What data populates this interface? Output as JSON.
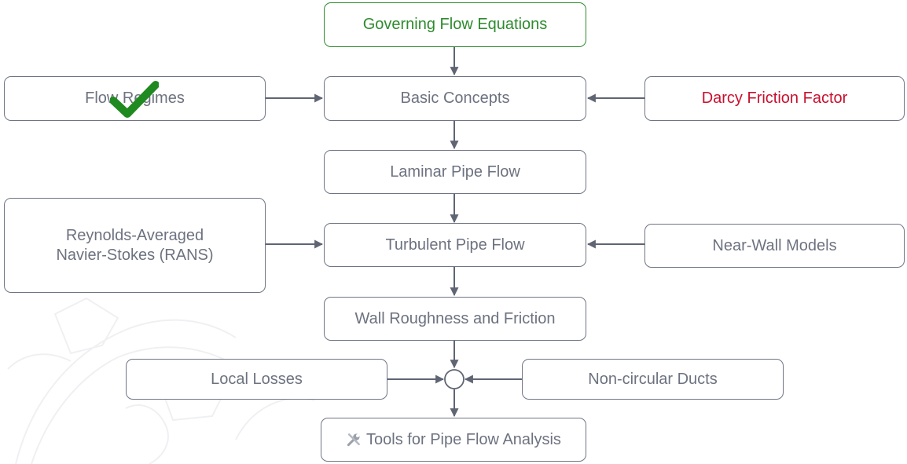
{
  "diagram": {
    "nodes": {
      "governing": "Governing Flow Equations",
      "flow_regimes": "Flow Regimes",
      "basic_concepts": "Basic Concepts",
      "darcy": "Darcy Friction Factor",
      "laminar": "Laminar Pipe Flow",
      "rans": "Reynolds-Averaged Navier-Stokes (RANS)",
      "turbulent": "Turbulent Pipe Flow",
      "near_wall": "Near-Wall Models",
      "roughness": "Wall Roughness and Friction",
      "local_losses": "Local Losses",
      "noncircular": "Non-circular Ducts",
      "tools": "Tools for Pipe Flow Analysis"
    },
    "icons": {
      "completed": "checkmark-icon",
      "tools": "wrench-screwdriver-icon"
    },
    "colors": {
      "start": "#2e8b2e",
      "link": "#c8102e",
      "node_text": "#6d7280",
      "edge": "#5f6573",
      "check": "#1f8a1f"
    }
  }
}
